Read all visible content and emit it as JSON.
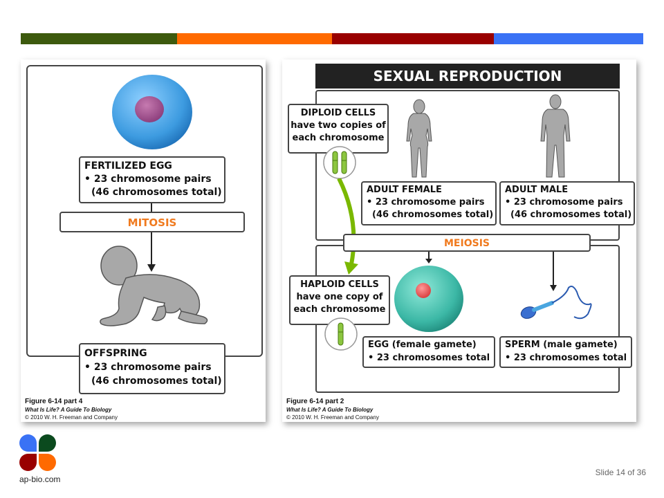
{
  "header_bar": {
    "colors": [
      "#3d5a0e",
      "#ff6a00",
      "#990000",
      "#3a72f5"
    ]
  },
  "left_panel": {
    "fertilized_egg": {
      "title": "FERTILIZED EGG",
      "line1": "• 23 chromosome pairs",
      "line2": "(46 chromosomes total)"
    },
    "process": "MITOSIS",
    "offspring": {
      "title": "OFFSPRING",
      "line1": "• 23 chromosome pairs",
      "line2": "(46 chromosomes total)"
    },
    "caption": {
      "line1": "Figure 6-14 part 4",
      "line2": "What Is Life? A Guide To Biology",
      "line3": "© 2010 W. H. Freeman and Company"
    }
  },
  "right_panel": {
    "title": "SEXUAL REPRODUCTION",
    "diploid": {
      "line1": "DIPLOID CELLS",
      "line2": "have two copies of",
      "line3": "each chromosome"
    },
    "adult_female": {
      "title": "ADULT FEMALE",
      "line1": "• 23 chromosome pairs",
      "line2": "(46 chromosomes total)"
    },
    "adult_male": {
      "title": "ADULT MALE",
      "line1": "• 23 chromosome pairs",
      "line2": "(46 chromosomes total)"
    },
    "process": "MEIOSIS",
    "haploid": {
      "line1": "HAPLOID CELLS",
      "line2": "have one copy of",
      "line3": "each chromosome"
    },
    "egg": {
      "title": "EGG",
      "title_suffix": " (female gamete)",
      "line1": "• 23 chromosomes total"
    },
    "sperm": {
      "title": "SPERM",
      "title_suffix": " (male gamete)",
      "line1": "• 23 chromosomes total"
    },
    "caption": {
      "line1": "Figure 6-14 part 2",
      "line2": "What Is Life? A Guide To Biology",
      "line3": "© 2010 W. H. Freeman and Company"
    }
  },
  "logo": {
    "text": "ap-bio.com",
    "colors": [
      "#3a72f5",
      "#0b4a1e",
      "#990000",
      "#ff6a00"
    ]
  },
  "slide_number": "Slide 14 of 36"
}
